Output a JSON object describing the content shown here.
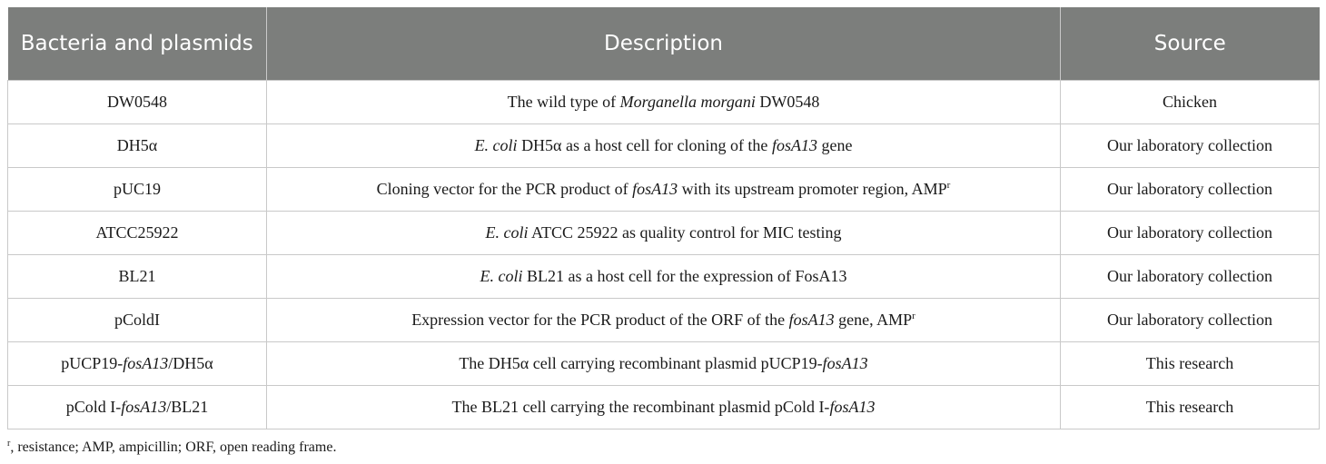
{
  "table": {
    "headers": [
      "Bacteria and plasmids",
      "Description",
      "Source"
    ],
    "rows": [
      {
        "strain": [
          "DW0548"
        ],
        "description": [
          "The wild type of ",
          "Morganella morgani",
          " DW0548"
        ],
        "source": "Chicken"
      },
      {
        "strain": [
          "DH5α"
        ],
        "description": [
          "E. coli",
          " DH5α as a host cell for cloning of the ",
          "fosA13",
          " gene"
        ],
        "source": "Our laboratory collection"
      },
      {
        "strain": [
          "pUC19"
        ],
        "description": [
          "Cloning vector for the PCR product of ",
          "fosA13",
          " with its upstream promoter region, AMP",
          "r"
        ],
        "source": "Our laboratory collection"
      },
      {
        "strain": [
          "ATCC25922"
        ],
        "description": [
          "E. coli",
          " ATCC 25922 as quality control for MIC testing"
        ],
        "source": "Our laboratory collection"
      },
      {
        "strain": [
          "BL21"
        ],
        "description": [
          "E. coli",
          " BL21 as a host cell for the expression of FosA13"
        ],
        "source": "Our laboratory collection"
      },
      {
        "strain": [
          "pColdI"
        ],
        "description": [
          "Expression vector for the PCR product of the ORF of the ",
          "fosA13",
          " gene, AMP",
          "r"
        ],
        "source": "Our laboratory collection"
      },
      {
        "strain": [
          "pUCP19-",
          "fosA13",
          "/DH5α"
        ],
        "description": [
          "The DH5α cell carrying recombinant plasmid pUCP19-",
          "fosA13"
        ],
        "source": "This research"
      },
      {
        "strain": [
          "pCold I-",
          "fosA13",
          "/BL21"
        ],
        "description": [
          "The BL21 cell carrying the recombinant plasmid pCold I-",
          "fosA13"
        ],
        "source": "This research"
      }
    ]
  },
  "footnote": {
    "mark": "r",
    "text": ", resistance; AMP, ampicillin; ORF, open reading frame."
  }
}
